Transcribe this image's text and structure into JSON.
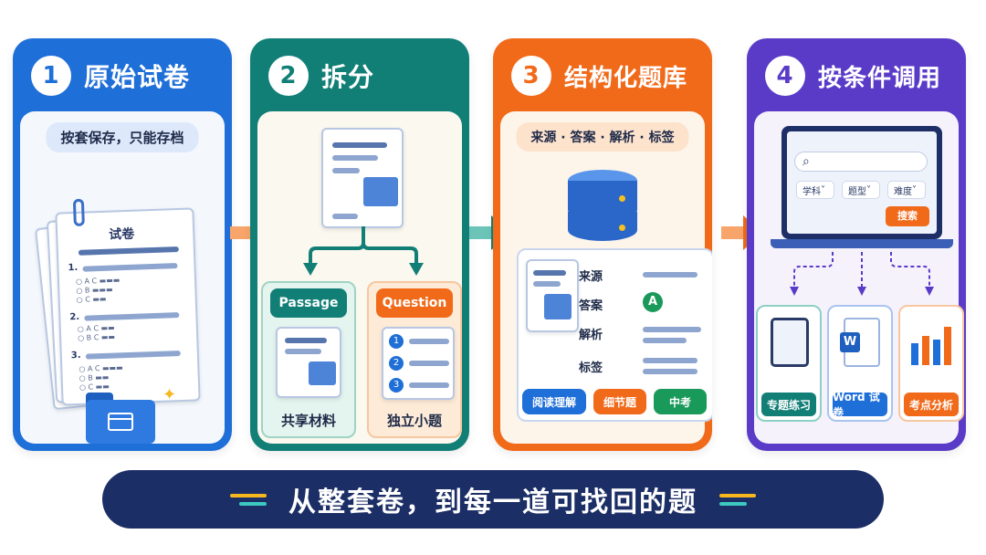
{
  "panels": [
    {
      "number": "1",
      "title": "原始试卷",
      "color": "#1f6fd8",
      "subtitle": "按套保存，只能存档",
      "paper_title": "试卷",
      "questions": [
        "1.",
        "2.",
        "3."
      ],
      "options": [
        "A",
        "B",
        "C"
      ]
    },
    {
      "number": "2",
      "title": "拆分",
      "color": "#127f77",
      "passage_label": "Passage",
      "question_label": "Question",
      "question_numbers": [
        "1",
        "2",
        "3"
      ],
      "passage_caption": "共享材料",
      "question_caption": "独立小题"
    },
    {
      "number": "3",
      "title": "结构化题库",
      "color": "#f06a1a",
      "subtitle": "来源 · 答案 · 解析 · 标签",
      "rows": [
        "来源",
        "答案",
        "解析",
        "标签"
      ],
      "answer_value": "A",
      "tags": [
        {
          "label": "阅读理解",
          "color": "#1f6fd8"
        },
        {
          "label": "细节题",
          "color": "#f06a1a"
        },
        {
          "label": "中考",
          "color": "#1a9a5a"
        }
      ]
    },
    {
      "number": "4",
      "title": "按条件调用",
      "color": "#5a3bc8",
      "filters": [
        "学科",
        "题型",
        "难度"
      ],
      "search_label": "搜索",
      "outputs": [
        {
          "label": "专题练习",
          "color": "#127f77"
        },
        {
          "label": "Word 试卷",
          "color": "#1f6fd8"
        },
        {
          "label": "考点分析",
          "color": "#f06a1a"
        }
      ]
    }
  ],
  "footer": {
    "text": "从整套卷，到每一道可找回的题"
  }
}
